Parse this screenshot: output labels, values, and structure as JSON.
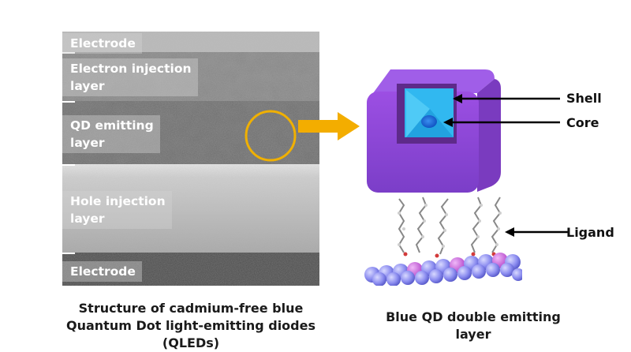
{
  "tem_image": {
    "labels": {
      "electrode_top": "Electrode",
      "electron_injection_line1": "Electron injection",
      "electron_injection_line2": "layer",
      "qd_emitting_line1": "QD emitting",
      "qd_emitting_line2": "layer",
      "hole_injection_line1": "Hole injection",
      "hole_injection_line2": "layer",
      "electrode_bottom": "Electrode"
    }
  },
  "left_caption": {
    "line1": "Structure of cadmium-free blue",
    "line2": "Quantum Dot light-emitting diodes (QLEDs)"
  },
  "right_caption": "Blue QD double emitting layer",
  "quantum_dot": {
    "shell_label": "Shell",
    "core_label": "Core",
    "ligand_label": "Ligand"
  },
  "colors": {
    "highlight_circle": "#f0b000",
    "arrow": "#f3ad00",
    "shell": "#8f4ad8",
    "shell_inner": "#5e2a8a",
    "core_region": "#31b8f0",
    "core": "#1565d8",
    "spheres": "#8c8df0",
    "spheres_pink": "#c858d8"
  }
}
